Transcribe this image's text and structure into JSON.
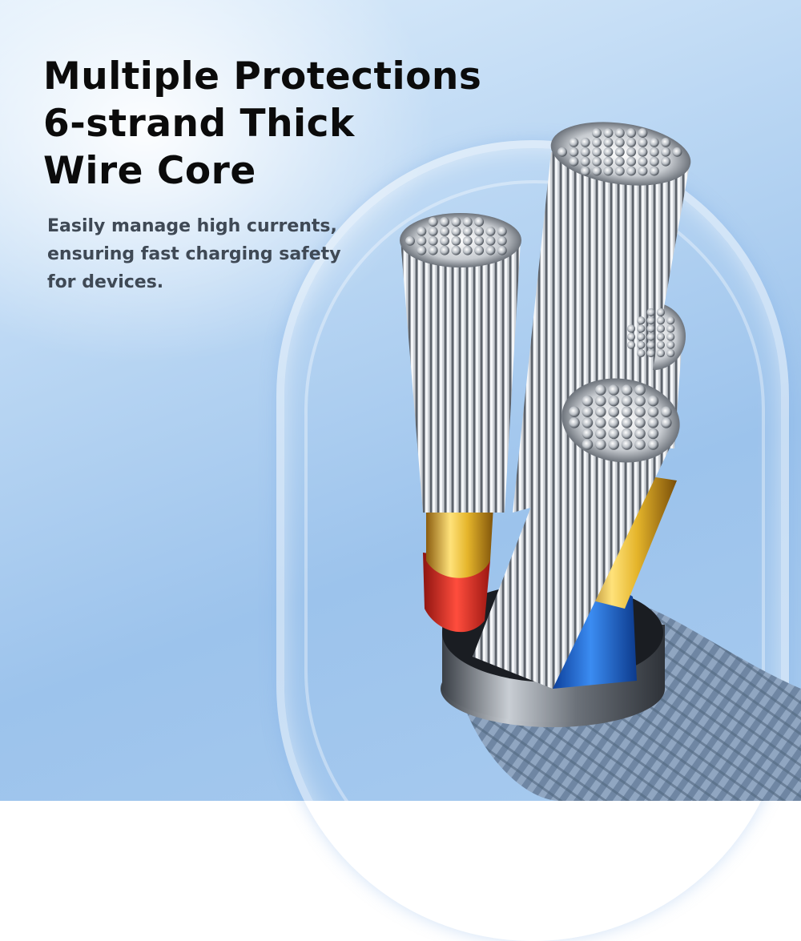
{
  "headline": {
    "line1": "Multiple Protections",
    "line2": "6-strand Thick",
    "line3": "Wire Core"
  },
  "description": {
    "line1": "Easily manage high currents,",
    "line2": "ensuring fast charging safety",
    "line3": "for devices."
  },
  "colors": {
    "background": "#b9d6f3",
    "headline_text": "#0b0b0b",
    "description_text": "#3f4955",
    "steel": "#b8bcc2",
    "gold": "#e2b52a",
    "red_insulation": "#e0342b",
    "blue_insulation": "#1e6fd6",
    "braid": "#7d93ad"
  },
  "image": {
    "subject": "braided-cable-cutaway-icon",
    "overlay": "transparent-pill-frame"
  }
}
